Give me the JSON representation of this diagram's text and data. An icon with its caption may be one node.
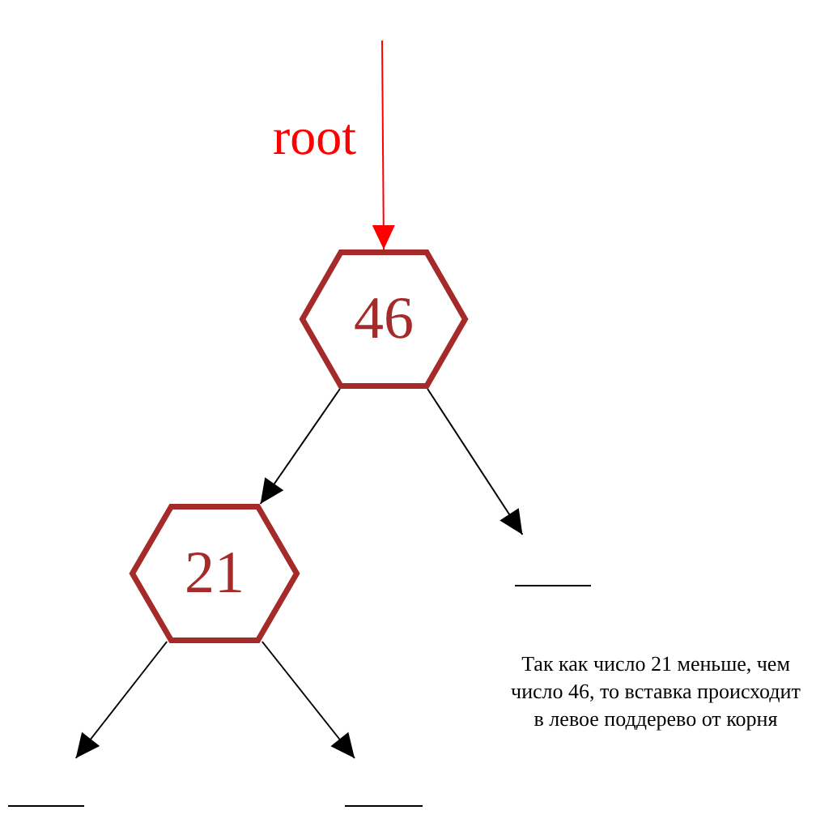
{
  "diagram": {
    "nodes": [
      {
        "text": [
          "46"
        ]
      },
      {
        "text": [
          "21"
        ]
      },
      {
        "text": [],
        "shape": "line"
      },
      {
        "text": [],
        "shape": "line"
      },
      {
        "text": [],
        "shape": "line"
      }
    ],
    "edges": [
      {
        "from": null,
        "to": 0,
        "arrow": "to",
        "label": "root",
        "color": "#ff0000"
      },
      {
        "from": 0,
        "to": 1,
        "arrow": "to"
      },
      {
        "from": 0,
        "to": 2,
        "arrow": "to"
      },
      {
        "from": 1,
        "to": 3,
        "arrow": "to"
      },
      {
        "from": 1,
        "to": 4,
        "arrow": "to"
      }
    ],
    "labels": [
      "Так как число 21 меньше, чем число 46, то вставка происходит в левое поддерево от корня"
    ]
  }
}
